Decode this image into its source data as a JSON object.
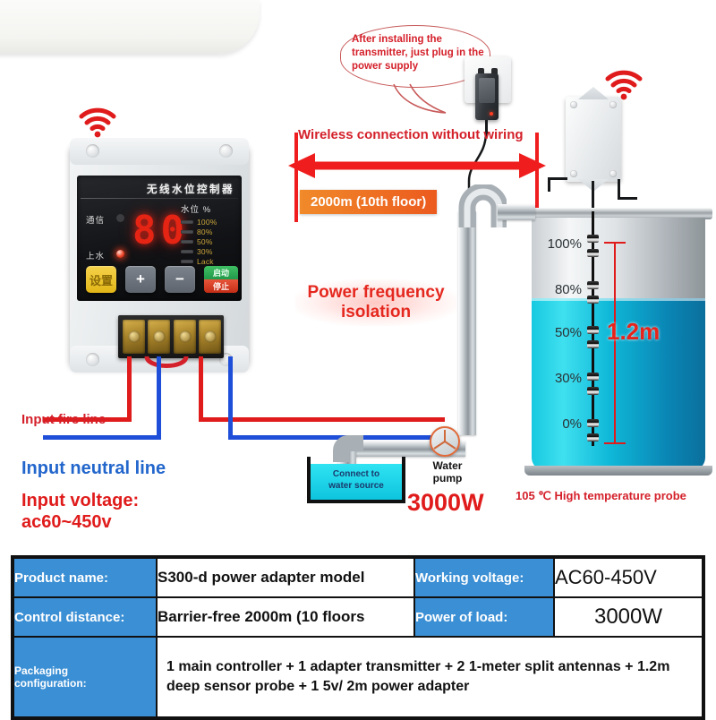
{
  "callout": {
    "bubble_text": "After installing the transmitter, just plug in the power supply"
  },
  "wireless": {
    "headline": "Wireless connection without wiring",
    "range_badge": "2000m (10th floor)"
  },
  "isolation": {
    "line1": "Power frequency",
    "line2": "isolation"
  },
  "controller": {
    "title": "无线水位控制器",
    "brand": "",
    "display_value": "80",
    "indicators": [
      {
        "label": "通信",
        "state": "off"
      },
      {
        "label": "上水",
        "state": "on"
      }
    ],
    "scale_header": "水位 %",
    "scale_rows": [
      "100%",
      "80%",
      "50%",
      "30%",
      "Lack"
    ],
    "buttons": [
      {
        "label": "设置",
        "style": "set"
      },
      {
        "label": "+",
        "style": "gray"
      },
      {
        "label": "−",
        "style": "gray"
      },
      {
        "label_top": "启动",
        "label_bottom": "停止",
        "style": "start-stop"
      }
    ]
  },
  "wiring": {
    "fire_line": "Input fire line",
    "neutral_line": "Input neutral line",
    "voltage_label": "Input voltage:",
    "voltage_value": "ac60~450v",
    "fire_color": "#e01b1b",
    "neutral_color": "#1f4fd8"
  },
  "tank": {
    "levels": [
      "100%",
      "80%",
      "50%",
      "30%",
      "0%"
    ],
    "depth_label": "1.2m",
    "probe_caption": "105 ℃ High temperature probe",
    "water_color": "#0fb8d8"
  },
  "pump": {
    "reservoir_text_line1": "Connect to",
    "reservoir_text_line2": "water source",
    "label_line1": "Water",
    "label_line2": "pump",
    "wattage": "3000W"
  },
  "spec_table": {
    "rows": [
      {
        "key_left": "Product name:",
        "value_left": "S300-d power adapter model",
        "key_right": "Working voltage:",
        "value_right": "AC60-450V"
      },
      {
        "key_left": "Control distance:",
        "value_left": "Barrier-free 2000m (10 floors",
        "key_right": "Power of load:",
        "value_right": "3000W"
      }
    ],
    "packaging_key_line1": "Packaging",
    "packaging_key_line2": "configuration:",
    "packaging_value": "1 main controller + 1 adapter transmitter + 2 1-meter split antennas + 1.2m deep sensor probe + 1 5v/ 2m power adapter"
  }
}
